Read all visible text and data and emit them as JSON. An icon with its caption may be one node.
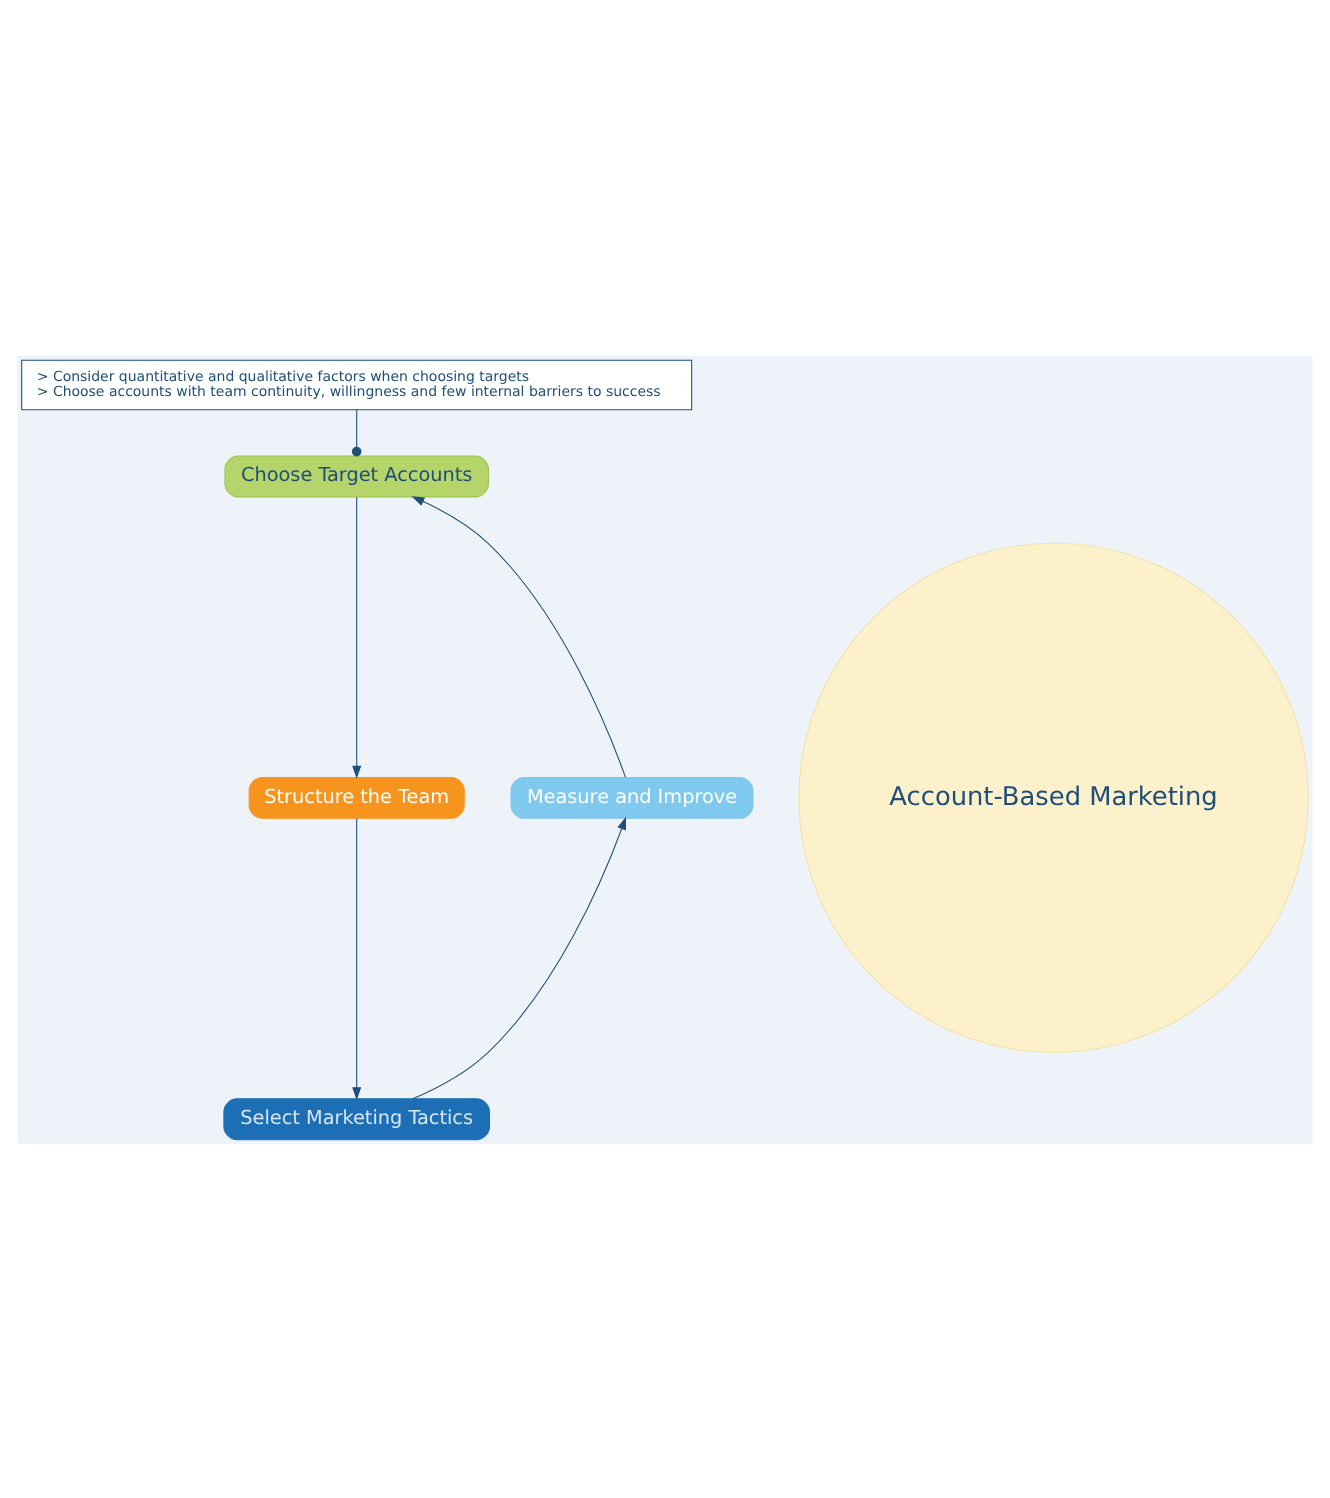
{
  "diagram": {
    "nodes": [
      {
        "text": [
          "> Consider quantitative and qualitative factors when choosing targets",
          "> Choose accounts with team continuity, willingness and few internal barriers to success"
        ]
      },
      {
        "text": [
          "Choose Target Accounts"
        ]
      },
      {
        "text": [
          "Structure the Team"
        ]
      },
      {
        "text": [
          "Select Marketing Tactics"
        ]
      },
      {
        "text": [
          "Measure and Improve"
        ]
      },
      {
        "text": [
          "Account-Based Marketing"
        ]
      }
    ],
    "edges": [
      {
        "from": 0,
        "to": 1,
        "arrow": "other"
      },
      {
        "from": 1,
        "to": 2,
        "arrow": "to"
      },
      {
        "from": 2,
        "to": 3,
        "arrow": "to"
      },
      {
        "from": 3,
        "to": 4,
        "arrow": "to"
      },
      {
        "from": 4,
        "to": 1,
        "arrow": "to"
      }
    ]
  }
}
